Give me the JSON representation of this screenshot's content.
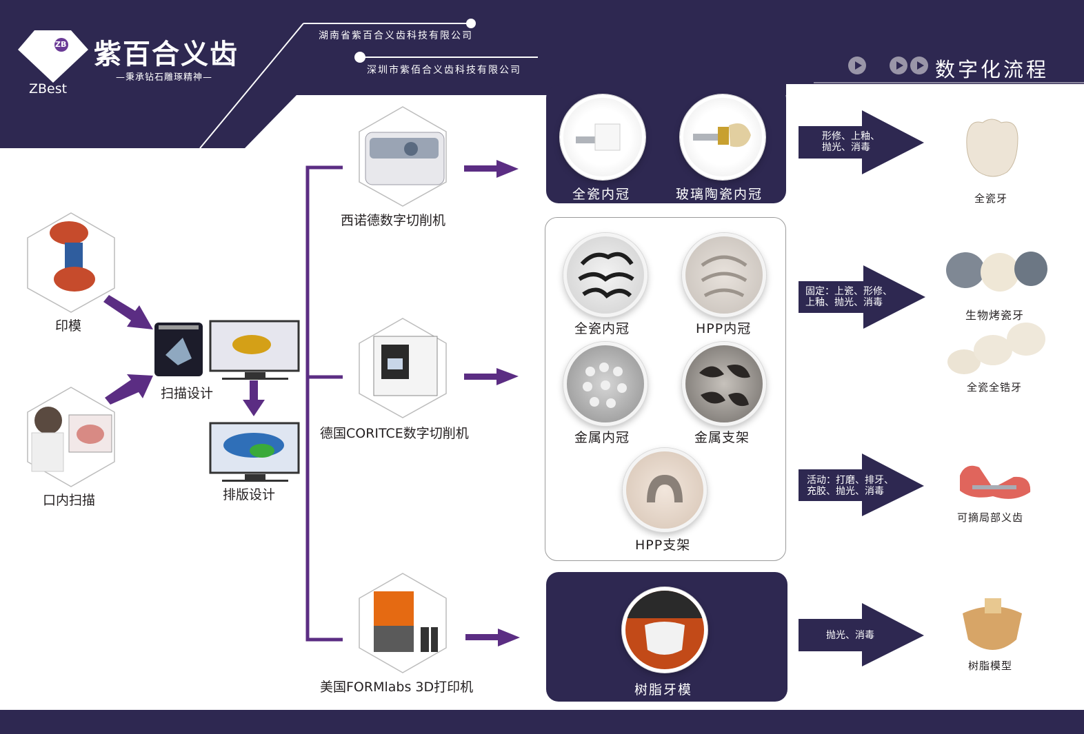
{
  "brand": {
    "logo_badge": "ZB",
    "name_cn": "紫百合义齿",
    "slogan": "—秉承钻石雕琢精神—",
    "name_en": "ZBest"
  },
  "companies": [
    "湖南省紫百合义齿科技有限公司",
    "深圳市紫佰合义齿科技有限公司"
  ],
  "section_title": "数字化流程",
  "colors": {
    "navy": "#2e2851",
    "purple_line": "#5b2d83",
    "white": "#ffffff"
  },
  "inputs": {
    "impression": "印模",
    "intraoral_scan": "口内扫描",
    "scan_design": "扫描设计",
    "layout_design": "排版设计"
  },
  "machines": [
    "西诺德数字切削机",
    "德国CORITCE数字切削机",
    "美国FORMlabs 3D打印机"
  ],
  "panel_top": {
    "items": [
      "全瓷内冠",
      "玻璃陶瓷内冠"
    ]
  },
  "panel_middle": {
    "items": [
      "全瓷内冠",
      "HPP内冠",
      "金属内冠",
      "金属支架",
      "HPP支架"
    ]
  },
  "panel_bottom": {
    "items": [
      "树脂牙模"
    ]
  },
  "process_arrows": [
    "形修、上釉、\n抛光、消毒",
    "固定：上瓷、形修、\n上釉、抛光、消毒",
    "活动：打磨、排牙、\n充胶、抛光、消毒",
    "抛光、消毒"
  ],
  "products": [
    "全瓷牙",
    "生物烤瓷牙",
    "全瓷全锆牙",
    "可摘局部义齿",
    "树脂模型"
  ]
}
